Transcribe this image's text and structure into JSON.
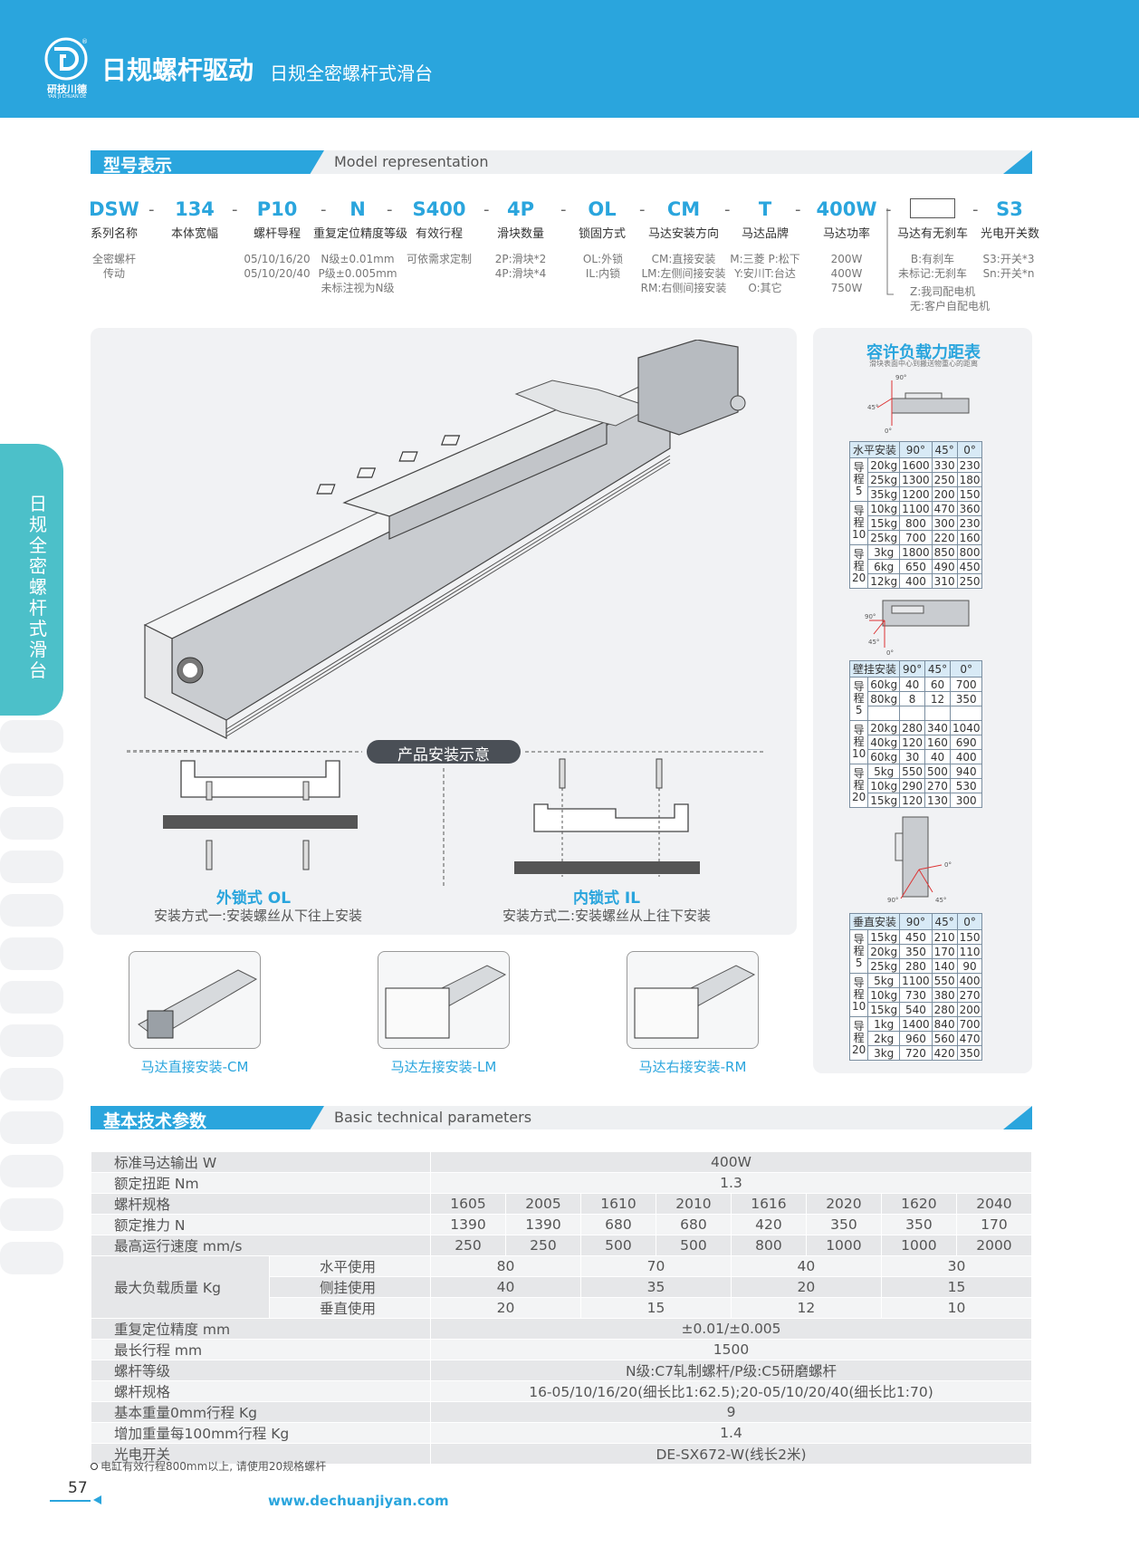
{
  "header": {
    "brand_cn": "研技川德",
    "brand_en": "YAN JI CHUAN DE",
    "title": "日规螺杆驱动",
    "subtitle": "日规全密螺杆式滑台"
  },
  "side_tab": "日规全密螺杆式滑台",
  "model_section": {
    "title": "型号表示",
    "title_en": "Model representation",
    "codes": [
      "DSW",
      "134",
      "P10",
      "N",
      "S400",
      "4P",
      "OL",
      "CM",
      "T",
      "400W",
      "S3"
    ],
    "labels": [
      "系列名称",
      "本体宽幅",
      "螺杆导程",
      "重复定位精度等级",
      "有效行程",
      "滑块数量",
      "锁固方式",
      "马达安装方向",
      "马达品牌",
      "马达功率",
      "马达有无刹车",
      "光电开关数"
    ],
    "desc": {
      "series": [
        "全密螺杆",
        "传动"
      ],
      "lead": [
        "05/10/16/20",
        "05/10/20/40"
      ],
      "accuracy": [
        "N级±0.01mm",
        "P级±0.005mm",
        "未标注视为N级"
      ],
      "stroke": [
        "可依需求定制"
      ],
      "blocks": [
        "2P:滑块*2",
        "4P:滑块*4"
      ],
      "lock": [
        "OL:外锁",
        "IL:内锁"
      ],
      "motor_dir": [
        "CM:直接安装",
        "LM:左侧间接安装",
        "RM:右侧间接安装"
      ],
      "brand": [
        "M:三菱 P:松下",
        "Y:安川T:台达",
        "O:其它"
      ],
      "power": [
        "200W",
        "400W",
        "750W"
      ],
      "brake": [
        "B:有刹车",
        "未标记:无刹车"
      ],
      "switch": [
        "S3:开关*3",
        "Sn:开关*n"
      ],
      "motor_note": [
        "Z:我司配电机",
        "无:客户自配电机"
      ]
    }
  },
  "install": {
    "pill": "产品安装示意",
    "ol_title": "外锁式 OL",
    "ol_note": "安装方式一:安装螺丝从下往上安装",
    "il_title": "内锁式 IL",
    "il_note": "安装方式二:安装螺丝从上往下安装",
    "cm": "马达直接安装-CM",
    "lm": "马达左接安装-LM",
    "rm": "马达右接安装-RM"
  },
  "load_table": {
    "title": "容许负载力距表",
    "subtitle": "滑块表面中心到搬送物重心的距离",
    "angles": [
      "90°",
      "45°",
      "0°"
    ],
    "lead_label": [
      "导",
      "程"
    ],
    "horizontal": {
      "header": "水平安装",
      "groups": [
        {
          "lead": "5",
          "rows": [
            [
              "20kg",
              "1600",
              "330",
              "230"
            ],
            [
              "25kg",
              "1300",
              "250",
              "180"
            ],
            [
              "35kg",
              "1200",
              "200",
              "150"
            ]
          ]
        },
        {
          "lead": "10",
          "rows": [
            [
              "10kg",
              "1100",
              "470",
              "360"
            ],
            [
              "15kg",
              "800",
              "300",
              "230"
            ],
            [
              "25kg",
              "700",
              "220",
              "160"
            ]
          ]
        },
        {
          "lead": "20",
          "rows": [
            [
              "3kg",
              "1800",
              "850",
              "800"
            ],
            [
              "6kg",
              "650",
              "490",
              "450"
            ],
            [
              "12kg",
              "400",
              "310",
              "250"
            ]
          ]
        }
      ]
    },
    "wall": {
      "header": "壁挂安装",
      "groups": [
        {
          "lead": "5",
          "rows": [
            [
              "60kg",
              "40",
              "60",
              "700"
            ],
            [
              "80kg",
              "8",
              "12",
              "350"
            ],
            [
              "",
              "",
              "",
              ""
            ]
          ]
        },
        {
          "lead": "10",
          "rows": [
            [
              "20kg",
              "280",
              "340",
              "1040"
            ],
            [
              "40kg",
              "120",
              "160",
              "690"
            ],
            [
              "60kg",
              "30",
              "40",
              "400"
            ]
          ]
        },
        {
          "lead": "20",
          "rows": [
            [
              "5kg",
              "550",
              "500",
              "940"
            ],
            [
              "10kg",
              "290",
              "270",
              "530"
            ],
            [
              "15kg",
              "120",
              "130",
              "300"
            ]
          ]
        }
      ]
    },
    "vertical": {
      "header": "垂直安装",
      "groups": [
        {
          "lead": "5",
          "rows": [
            [
              "15kg",
              "450",
              "210",
              "150"
            ],
            [
              "20kg",
              "350",
              "170",
              "110"
            ],
            [
              "25kg",
              "280",
              "140",
              "90"
            ]
          ]
        },
        {
          "lead": "10",
          "rows": [
            [
              "5kg",
              "1100",
              "550",
              "400"
            ],
            [
              "10kg",
              "730",
              "380",
              "270"
            ],
            [
              "15kg",
              "540",
              "280",
              "200"
            ]
          ]
        },
        {
          "lead": "20",
          "rows": [
            [
              "1kg",
              "1400",
              "840",
              "700"
            ],
            [
              "2kg",
              "960",
              "560",
              "470"
            ],
            [
              "3kg",
              "720",
              "420",
              "350"
            ]
          ]
        }
      ]
    }
  },
  "tech_section": {
    "title": "基本技术参数",
    "title_en": "Basic technical parameters",
    "rows": {
      "power": [
        "标准马达输出 W",
        "400W"
      ],
      "torque": [
        "额定扭距 Nm",
        "1.3"
      ],
      "screw": [
        "螺杆规格",
        [
          "1605",
          "2005",
          "1610",
          "2010",
          "1616",
          "2020",
          "1620",
          "2040"
        ]
      ],
      "thrust": [
        "额定推力 N",
        [
          "1390",
          "1390",
          "680",
          "680",
          "420",
          "350",
          "350",
          "170"
        ]
      ],
      "speed": [
        "最高运行速度 mm/s",
        [
          "250",
          "250",
          "500",
          "500",
          "800",
          "1000",
          "1000",
          "2000"
        ]
      ],
      "maxload": {
        "label": "最大负载质量 Kg",
        "horizontal": [
          "水平使用",
          [
            "80",
            "70",
            "40",
            "30"
          ]
        ],
        "side": [
          "侧挂使用",
          [
            "40",
            "35",
            "20",
            "15"
          ]
        ],
        "vertical": [
          "垂直使用",
          [
            "20",
            "15",
            "12",
            "10"
          ]
        ]
      },
      "repeat": [
        "重复定位精度 mm",
        "±0.01/±0.005"
      ],
      "stroke": [
        "最长行程 mm",
        "1500"
      ],
      "grade": [
        "螺杆等级",
        "N级:C7轧制螺杆/P级:C5研磨螺杆"
      ],
      "spec": [
        "螺杆规格",
        "16-05/10/16/20(细长比1:62.5);20-05/10/20/40(细长比1:70)"
      ],
      "weight": [
        "基本重量0mm行程 Kg",
        "9"
      ],
      "addweight": [
        "增加重量每100mm行程 Kg",
        "1.4"
      ],
      "sensor": [
        "光电开关",
        "DE-SX672-W(线长2米)"
      ]
    }
  },
  "footnote": "电缸有效行程800mm以上, 请使用20规格螺杆",
  "page_number": "57",
  "website": "www.dechuanjiyan.com",
  "colors": {
    "brand": "#2aa5dd",
    "side": "#4cc0c9",
    "panel": "#f1f2f4"
  }
}
